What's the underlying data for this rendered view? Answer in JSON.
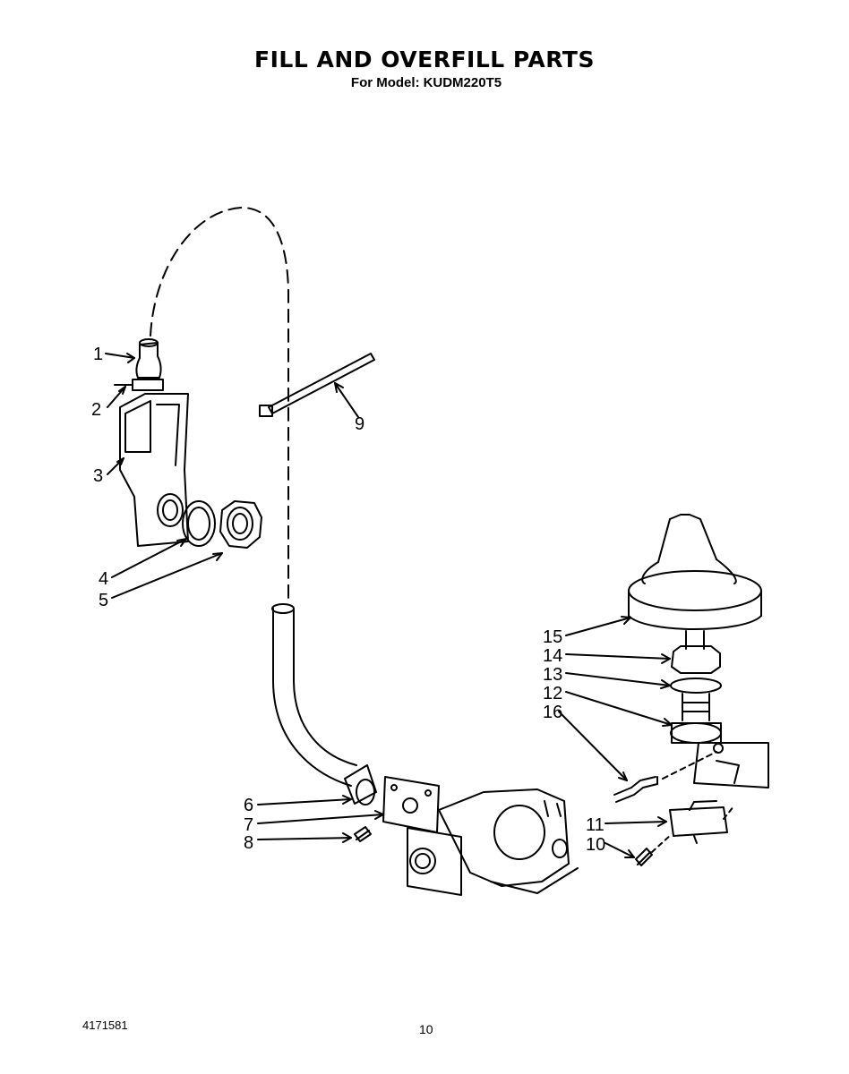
{
  "header": {
    "title": "FILL AND OVERFILL PARTS",
    "model_label": "For Model:",
    "model_number": "KUDM220T5"
  },
  "footer": {
    "doc_number": "4171581",
    "page_number": "10"
  },
  "callouts": [
    "1",
    "2",
    "3",
    "4",
    "5",
    "6",
    "7",
    "8",
    "9",
    "10",
    "11",
    "12",
    "13",
    "14",
    "15",
    "16"
  ]
}
